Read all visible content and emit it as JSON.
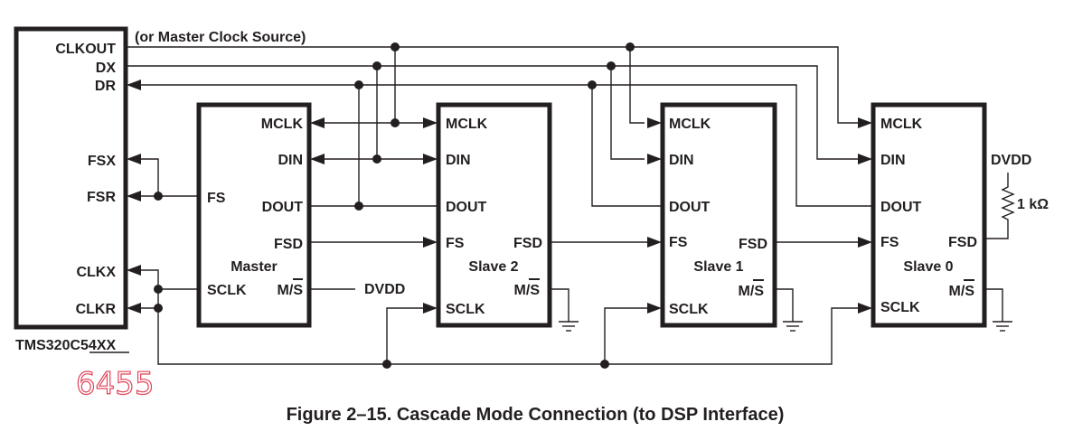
{
  "figure": {
    "caption": "Figure 2–15.  Cascade Mode Connection (to DSP Interface)",
    "clock_note": "(or Master Clock Source)",
    "handwritten_note": "6455",
    "dsp": {
      "part_number": "TMS320C54XX",
      "pins": {
        "clkout": "CLKOUT",
        "dx": "DX",
        "dr": "DR",
        "fsx": "FSX",
        "fsr": "FSR",
        "clkx": "CLKX",
        "clkr": "CLKR"
      }
    },
    "master": {
      "name": "Master",
      "pins": {
        "mclk": "MCLK",
        "din": "DIN",
        "fs": "FS",
        "dout": "DOUT",
        "fsd": "FSD",
        "sclk": "SCLK",
        "ms": "M/S"
      },
      "ms_tie": "DVDD"
    },
    "slaves": [
      {
        "name": "Slave 2",
        "pins": {
          "mclk": "MCLK",
          "din": "DIN",
          "dout": "DOUT",
          "fs": "FS",
          "fsd": "FSD",
          "ms": "M/S",
          "sclk": "SCLK"
        }
      },
      {
        "name": "Slave 1",
        "pins": {
          "mclk": "MCLK",
          "din": "DIN",
          "dout": "DOUT",
          "fs": "FS",
          "fsd": "FSD",
          "ms": "M/S",
          "sclk": "SCLK"
        }
      },
      {
        "name": "Slave 0",
        "pins": {
          "mclk": "MCLK",
          "din": "DIN",
          "dout": "DOUT",
          "fs": "FS",
          "fsd": "FSD",
          "ms": "M/S",
          "sclk": "SCLK"
        }
      }
    ],
    "pullup": {
      "supply": "DVDD",
      "resistor": "1 kΩ"
    }
  }
}
